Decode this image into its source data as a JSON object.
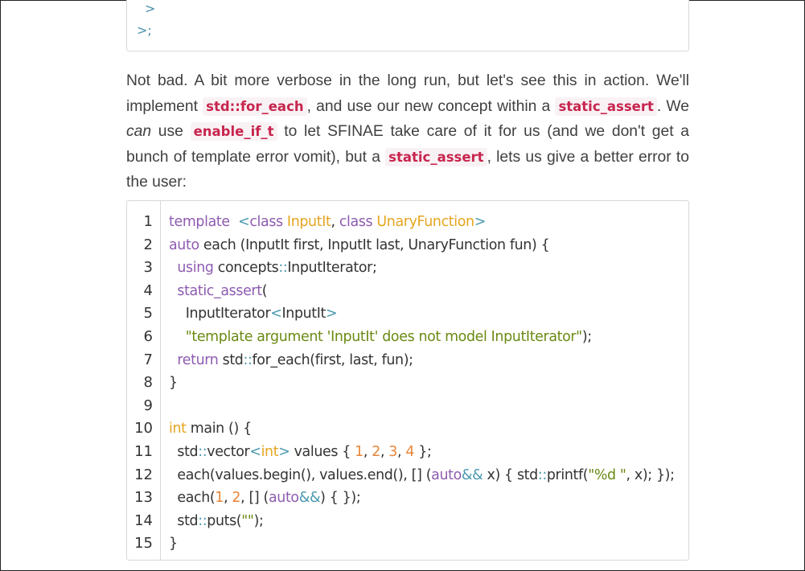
{
  "top_code": {
    "line1": ">",
    "line2": ">;"
  },
  "paragraph": {
    "p1": "Not bad. A bit more verbose in the long run, but let's see this in action. We'll implement ",
    "c1": "std::for_each",
    "p2": ", and use our new concept within a ",
    "c2": "static_assert",
    "p3": ". We ",
    "em": "can",
    "p4": " use ",
    "c3": "enable_if_t",
    "p5": " to let SFINAE take care of it for us (and we don't get a bunch of template error vomit), but a ",
    "c4": "static_assert",
    "p6": ", lets us give a better error to the user:"
  },
  "code_block": {
    "line_numbers": [
      "1",
      "2",
      "3",
      "4",
      "5",
      "6",
      "7",
      "8",
      "9",
      "10",
      "11",
      "12",
      "13",
      "14",
      "15"
    ],
    "lines": [
      [
        [
          "kw",
          "template"
        ],
        [
          "",
          "  "
        ],
        [
          "pu",
          "<"
        ],
        [
          "kw",
          "class"
        ],
        [
          "",
          " "
        ],
        [
          "ty",
          "InputIt"
        ],
        [
          "",
          ", "
        ],
        [
          "kw",
          "class"
        ],
        [
          "",
          " "
        ],
        [
          "ty",
          "UnaryFunction"
        ],
        [
          "pu",
          ">"
        ]
      ],
      [
        [
          "kw",
          "auto"
        ],
        [
          "",
          " each (InputIt first, InputIt last, UnaryFunction fun) {"
        ]
      ],
      [
        [
          "",
          "  "
        ],
        [
          "kw",
          "using"
        ],
        [
          "",
          " concepts"
        ],
        [
          "pu",
          "::"
        ],
        [
          "",
          "InputIterator;"
        ]
      ],
      [
        [
          "",
          "  "
        ],
        [
          "kw",
          "static_assert"
        ],
        [
          "",
          "("
        ]
      ],
      [
        [
          "",
          "    InputIterator"
        ],
        [
          "pu",
          "<"
        ],
        [
          "",
          "InputIt"
        ],
        [
          "pu",
          ">"
        ]
      ],
      [
        [
          "",
          "    "
        ],
        [
          "st",
          "\"template argument 'InputIt' does not model InputIterator\""
        ],
        [
          "",
          ");"
        ]
      ],
      [
        [
          "",
          "  "
        ],
        [
          "kw",
          "return"
        ],
        [
          "",
          " std"
        ],
        [
          "pu",
          "::"
        ],
        [
          "",
          "for_each(first, last, fun);"
        ]
      ],
      [
        [
          "",
          "}"
        ]
      ],
      [
        [
          "",
          ""
        ]
      ],
      [
        [
          "ty",
          "int"
        ],
        [
          "",
          " main () {"
        ]
      ],
      [
        [
          "",
          "  std"
        ],
        [
          "pu",
          "::"
        ],
        [
          "",
          "vector"
        ],
        [
          "pu",
          "<"
        ],
        [
          "ty",
          "int"
        ],
        [
          "pu",
          ">"
        ],
        [
          "",
          " values { "
        ],
        [
          "nu",
          "1"
        ],
        [
          "",
          ", "
        ],
        [
          "nu",
          "2"
        ],
        [
          "",
          ", "
        ],
        [
          "nu",
          "3"
        ],
        [
          "",
          ", "
        ],
        [
          "nu",
          "4"
        ],
        [
          "",
          " };"
        ]
      ],
      [
        [
          "",
          "  each(values.begin(), values.end(), [] ("
        ],
        [
          "kw",
          "auto"
        ],
        [
          "pu",
          "&&"
        ],
        [
          "",
          " x) { std"
        ],
        [
          "pu",
          "::"
        ],
        [
          "",
          "printf("
        ],
        [
          "st",
          "\"%d \""
        ],
        [
          "",
          ", x); });"
        ]
      ],
      [
        [
          "",
          "  each("
        ],
        [
          "nu",
          "1"
        ],
        [
          "",
          ", "
        ],
        [
          "nu",
          "2"
        ],
        [
          "",
          ", [] ("
        ],
        [
          "kw",
          "auto"
        ],
        [
          "pu",
          "&&"
        ],
        [
          "",
          ") { });"
        ]
      ],
      [
        [
          "",
          "  std"
        ],
        [
          "pu",
          "::"
        ],
        [
          "",
          "puts("
        ],
        [
          "st",
          "\"\""
        ],
        [
          "",
          ");"
        ]
      ],
      [
        [
          "",
          "}"
        ]
      ]
    ]
  }
}
